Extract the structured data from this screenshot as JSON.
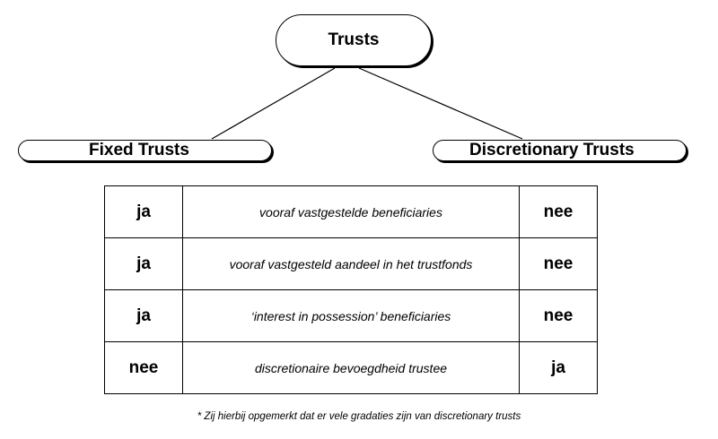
{
  "root": {
    "label": "Trusts"
  },
  "branches": {
    "left": {
      "label": "Fixed Trusts"
    },
    "right": {
      "label": "Discretionary Trusts"
    }
  },
  "rows": [
    {
      "fixed": "ja",
      "criterion": "vooraf vastgestelde beneficiaries",
      "discretionary": "nee"
    },
    {
      "fixed": "ja",
      "criterion": "vooraf vastgesteld aandeel in het trustfonds",
      "discretionary": "nee"
    },
    {
      "fixed": "ja",
      "criterion": "‘interest in possession’ beneficiaries",
      "discretionary": "nee"
    },
    {
      "fixed": "nee",
      "criterion": "discretionaire bevoegdheid trustee",
      "discretionary": "ja"
    }
  ],
  "footnote": "* Zij hierbij opgemerkt dat er vele gradaties zijn van discretionary trusts"
}
